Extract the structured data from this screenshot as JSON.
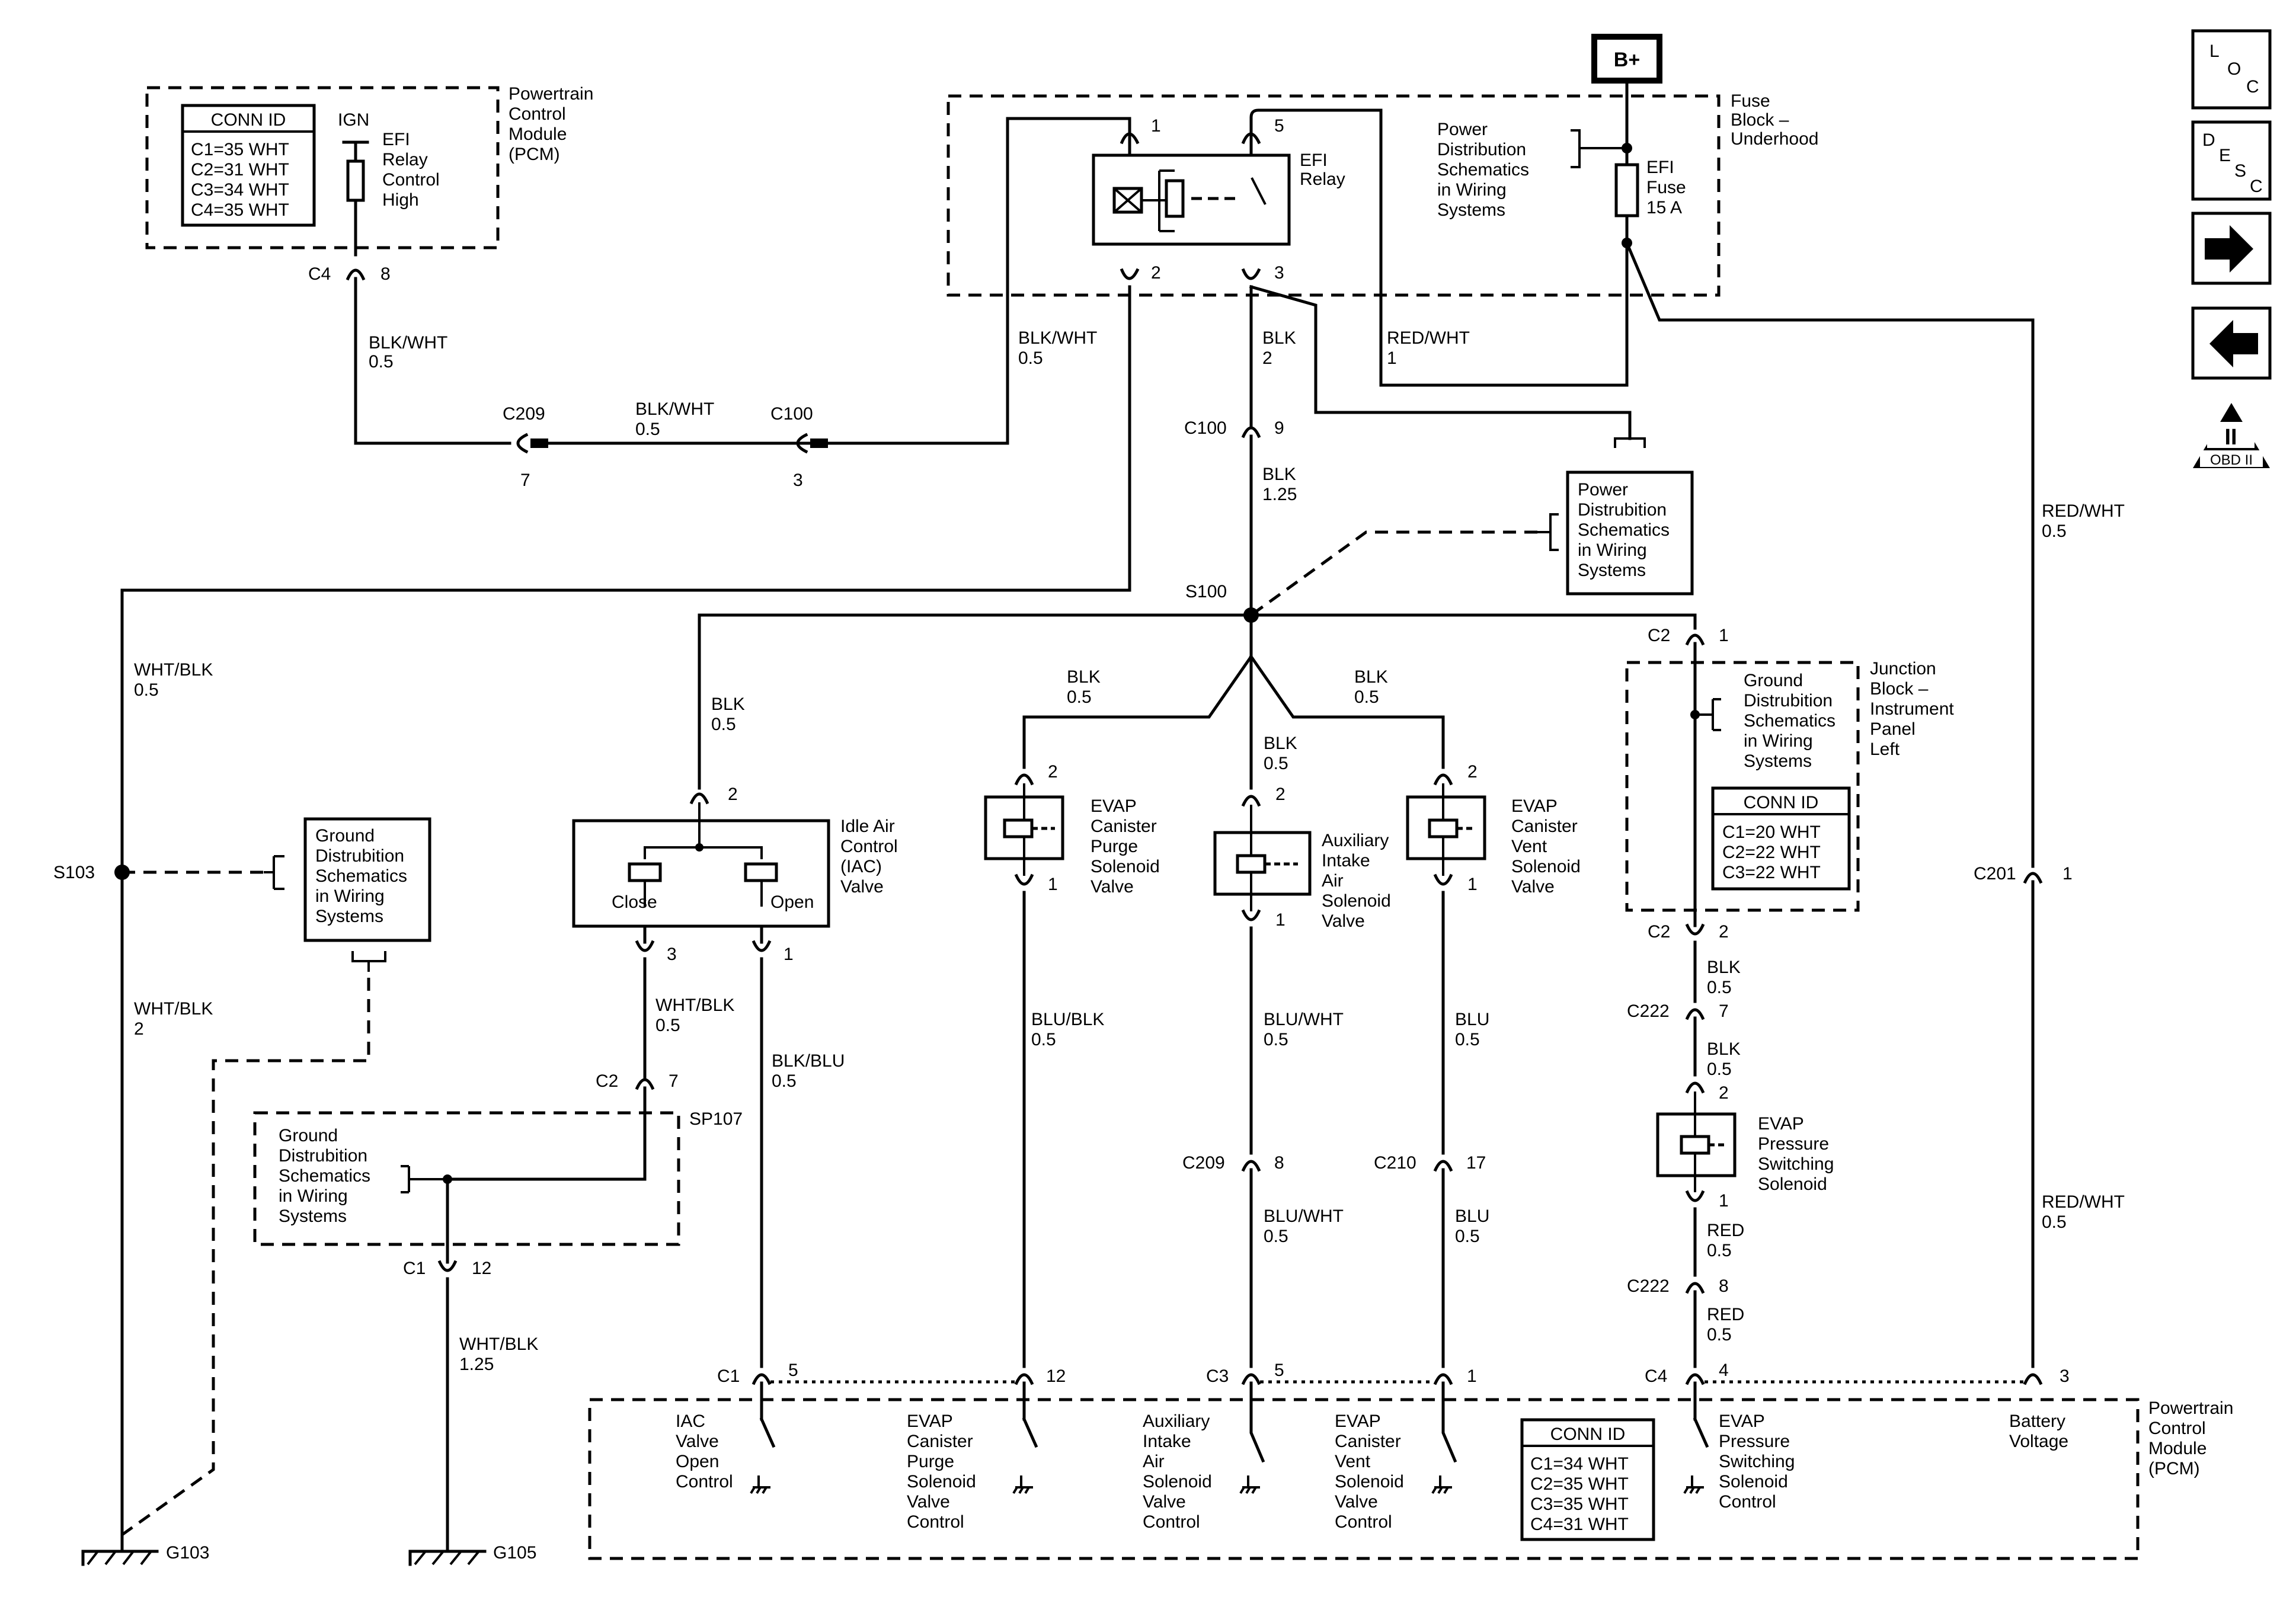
{
  "nav_icons": {
    "loc": [
      "L",
      "O",
      "C"
    ],
    "desc": [
      "D",
      "E",
      "S",
      "C"
    ],
    "obd": {
      "roman": "II",
      "label": "OBD II"
    }
  },
  "power": {
    "battery": "B+"
  },
  "top": {
    "pcm_label": [
      "Powertrain",
      "Control",
      "Module",
      "(PCM)"
    ],
    "conn_title": "CONN ID",
    "conn_rows": [
      "C1=35 WHT",
      "C2=31 WHT",
      "C3=34 WHT",
      "C4=35 WHT"
    ],
    "ign": "IGN",
    "efi_control": [
      "EFI",
      "Relay",
      "Control",
      "High"
    ],
    "c4": "C4",
    "c4_pin": "8",
    "wire1": [
      "BLK/WHT",
      "0.5"
    ],
    "c209": "C209",
    "c209_pin": "7",
    "wire2": [
      "BLK/WHT",
      "0.5"
    ],
    "c100": "C100",
    "c100_pin": "3"
  },
  "fuse_block": {
    "label": [
      "Fuse",
      "Block –",
      "Underhood"
    ],
    "relay_label": [
      "EFI",
      "Relay"
    ],
    "pins": [
      "1",
      "5",
      "2",
      "3"
    ],
    "power_dist": [
      "Power",
      "Distribution",
      "Schematics",
      "in Wiring",
      "Systems"
    ],
    "fuse_label": [
      "EFI",
      "Fuse",
      "15 A"
    ],
    "wire_red": [
      "RED/WHT",
      "1"
    ],
    "wire_relay2": [
      "BLK/WHT",
      "0.5"
    ],
    "wire_relay3": [
      "BLK",
      "2"
    ],
    "c100": "C100",
    "c100_pin": "9",
    "wire_blk125": [
      "BLK",
      "1.25"
    ],
    "power_dist2": [
      "Power",
      "Distrubition",
      "Schematics",
      "in Wiring",
      "Systems"
    ],
    "s100": "S100",
    "wire_red_right": [
      "RED/WHT",
      "0.5"
    ]
  },
  "left": {
    "wire_whtblk": [
      "WHT/BLK",
      "0.5"
    ],
    "s103": "S103",
    "ground_dist": [
      "Ground",
      "Distrubition",
      "Schematics",
      "in Wiring",
      "Systems"
    ],
    "wire_whtblk2": [
      "WHT/BLK",
      "2"
    ],
    "g103": "G103"
  },
  "iac": {
    "wire_in": [
      "BLK",
      "0.5"
    ],
    "pin_top": "2",
    "label": [
      "Idle Air",
      "Control",
      "(IAC)",
      "Valve"
    ],
    "close": "Close",
    "open": "Open",
    "pin3": "3",
    "pin1": "1",
    "wire_3": [
      "WHT/BLK",
      "0.5"
    ],
    "wire_1": [
      "BLK/BLU",
      "0.5"
    ],
    "c2": "C2",
    "c2_pin": "7",
    "sp107": "SP107",
    "ground_dist": [
      "Ground",
      "Distrubition",
      "Schematics",
      "in Wiring",
      "Systems"
    ],
    "c1": "C1",
    "c1_pin": "12",
    "wire_g105": [
      "WHT/BLK",
      "1.25"
    ],
    "g105": "G105"
  },
  "solenoids": {
    "branch_left": [
      "BLK",
      "0.5"
    ],
    "branch_mid": [
      "BLK",
      "0.5"
    ],
    "branch_right": [
      "BLK",
      "0.5"
    ],
    "purge": {
      "pin_top": "2",
      "pin_bot": "1",
      "label": [
        "EVAP",
        "Canister",
        "Purge",
        "Solenoid",
        "Valve"
      ],
      "wire": [
        "BLU/BLK",
        "0.5"
      ]
    },
    "aux": {
      "pin_top": "2",
      "pin_bot": "1",
      "label": [
        "Auxiliary",
        "Intake",
        "Air",
        "Solenoid",
        "Valve"
      ],
      "wire": [
        "BLU/WHT",
        "0.5"
      ],
      "conn": "C209",
      "conn_pin": "8",
      "wire2": [
        "BLU/WHT",
        "0.5"
      ]
    },
    "vent": {
      "pin_top": "2",
      "pin_bot": "1",
      "label": [
        "EVAP",
        "Canister",
        "Vent",
        "Solenoid",
        "Valve"
      ],
      "wire": [
        "BLU",
        "0.5"
      ],
      "conn": "C210",
      "conn_pin": "17",
      "wire2": [
        "BLU",
        "0.5"
      ]
    }
  },
  "junction": {
    "c2_top": "C2",
    "c2_top_pin": "1",
    "label": [
      "Junction",
      "Block –",
      "Instrument",
      "Panel",
      "Left"
    ],
    "ground_dist": [
      "Ground",
      "Distrubition",
      "Schematics",
      "in Wiring",
      "Systems"
    ],
    "conn_title": "CONN ID",
    "conn_rows": [
      "C1=20 WHT",
      "C2=22 WHT",
      "C3=22 WHT"
    ],
    "c2_bot": "C2",
    "c2_bot_pin": "2",
    "wire_a": [
      "BLK",
      "0.5"
    ],
    "c222a": "C222",
    "c222a_pin": "7",
    "wire_b": [
      "BLK",
      "0.5"
    ],
    "sol_pin_top": "2",
    "sol_label": [
      "EVAP",
      "Pressure",
      "Switching",
      "Solenoid"
    ],
    "sol_pin_bot": "1",
    "wire_c": [
      "RED",
      "0.5"
    ],
    "c222b": "C222",
    "c222b_pin": "8",
    "wire_d": [
      "RED",
      "0.5"
    ]
  },
  "right": {
    "c201": "C201",
    "c201_pin": "1",
    "wire": [
      "RED/WHT",
      "0.5"
    ]
  },
  "bottom_pcm": {
    "c1": "C1",
    "c1_pin5": "5",
    "pin12": "12",
    "c3": "C3",
    "c3_pin5": "5",
    "pin1": "1",
    "c4": "C4",
    "c4_pin4": "4",
    "pin3": "3",
    "iac_ctrl": [
      "IAC",
      "Valve",
      "Open",
      "Control"
    ],
    "purge_ctrl": [
      "EVAP",
      "Canister",
      "Purge",
      "Solenoid",
      "Valve",
      "Control"
    ],
    "aux_ctrl": [
      "Auxiliary",
      "Intake",
      "Air",
      "Solenoid",
      "Valve",
      "Control"
    ],
    "vent_ctrl": [
      "EVAP",
      "Canister",
      "Vent",
      "Solenoid",
      "Valve",
      "Control"
    ],
    "conn_title": "CONN ID",
    "conn_rows": [
      "C1=34 WHT",
      "C2=35 WHT",
      "C3=35 WHT",
      "C4=31 WHT"
    ],
    "press_ctrl": [
      "EVAP",
      "Pressure",
      "Switching",
      "Solenoid",
      "Control"
    ],
    "batt": [
      "Battery",
      "Voltage"
    ],
    "pcm_label": [
      "Powertrain",
      "Control",
      "Module",
      "(PCM)"
    ]
  }
}
